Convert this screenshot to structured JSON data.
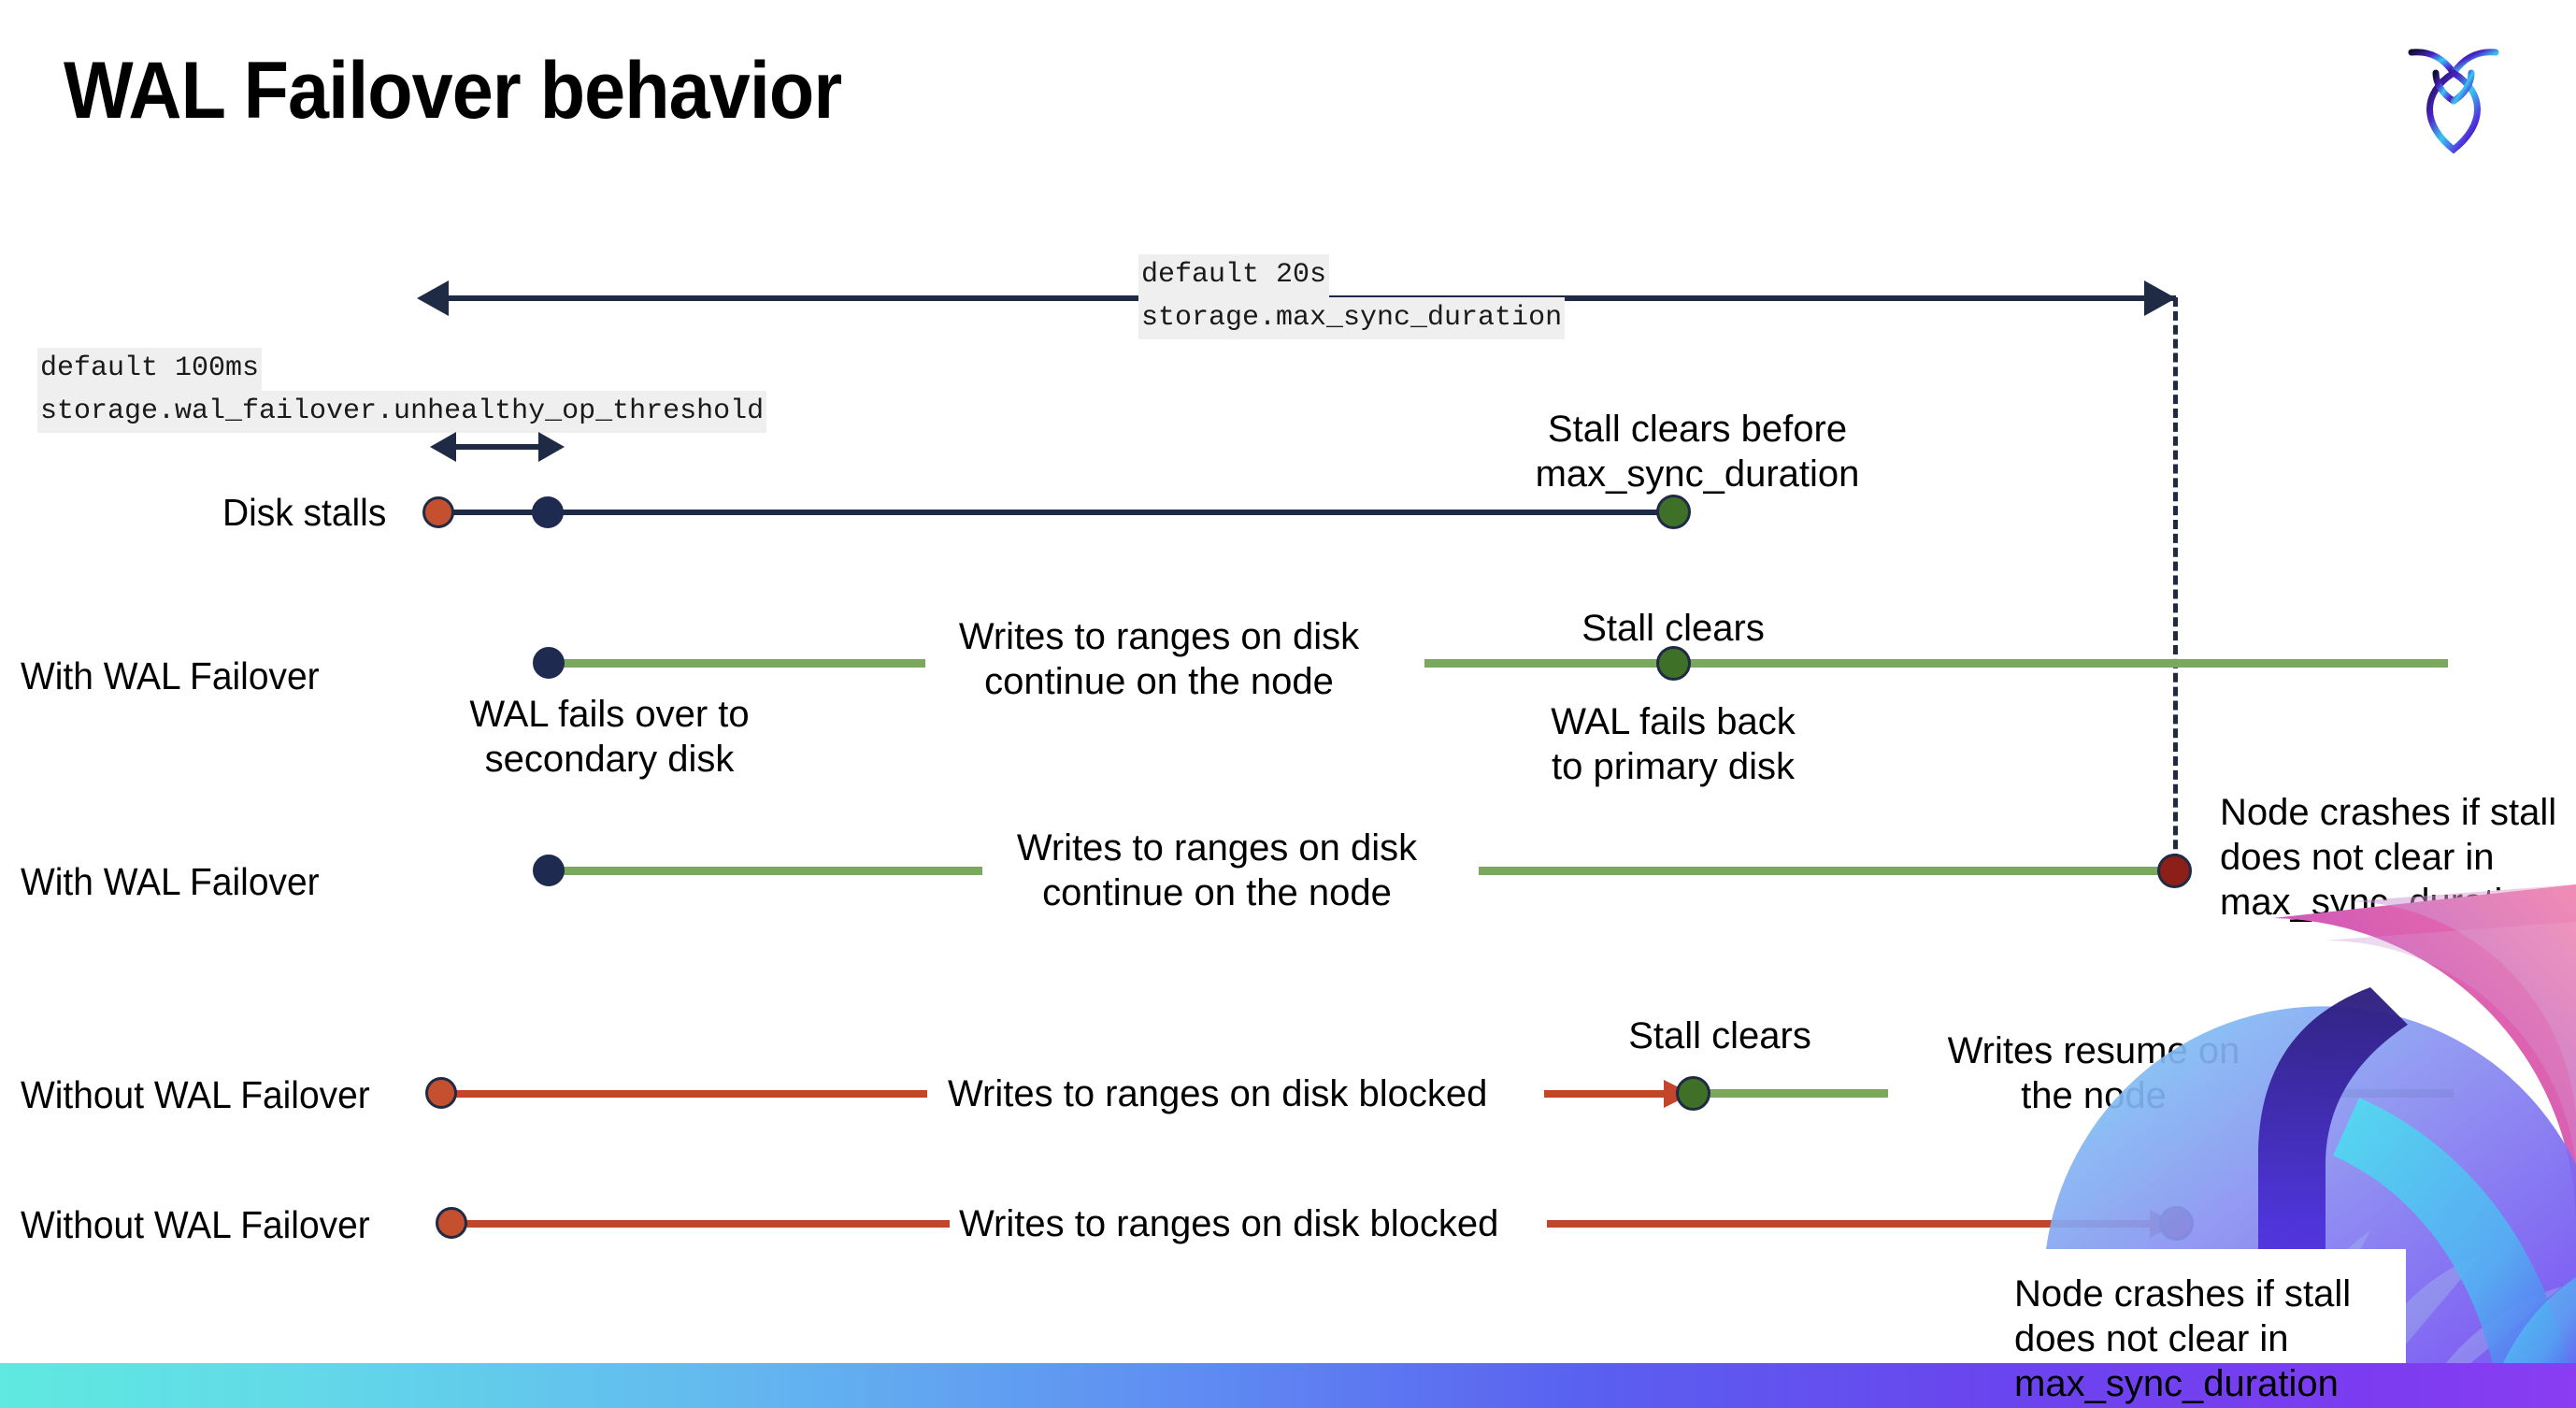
{
  "slide": {
    "title": "WAL Failover behavior",
    "logo_name": "cockroachdb-logo"
  },
  "settings": {
    "max_sync": {
      "default": "default 20s",
      "name": "storage.max_sync_duration"
    },
    "unhealthy": {
      "default": "default 100ms",
      "name": "storage.wal_failover.unhealthy_op_threshold"
    }
  },
  "rows": {
    "disk_stalls": {
      "label": "Disk stalls",
      "annotation": "Stall clears before\nmax_sync_duration"
    },
    "with_failover_1": {
      "label": "With WAL Failover",
      "start_note": "WAL fails over to\nsecondary disk",
      "mid_note": "Writes to ranges on disk\ncontinue on the node",
      "clear_note": "Stall clears",
      "end_note": "WAL fails  back\nto primary disk"
    },
    "with_failover_2": {
      "label": "With WAL Failover",
      "mid_note": "Writes to ranges on disk\ncontinue on the node",
      "crash_note": "Node crashes if stall\ndoes not clear in\nmax_sync_duration"
    },
    "without_failover_1": {
      "label": "Without WAL Failover",
      "blocked_note": "Writes to ranges on disk  blocked",
      "clear_note": "Stall clears",
      "resume_note": "Writes resume on\nthe node"
    },
    "without_failover_2": {
      "label": "Without WAL Failover",
      "blocked_note": "Writes to ranges on disk  blocked",
      "crash_note": "Node crashes if stall\ndoes not clear in\nmax_sync_duration"
    }
  },
  "colors": {
    "navy": "#1f2a44",
    "green": "#7aa85f",
    "green_dot": "#3f7028",
    "red": "#c4462a",
    "red_dot": "#c4502f",
    "dark_red_dot": "#8c1f17",
    "code_bg": "#efefef"
  }
}
